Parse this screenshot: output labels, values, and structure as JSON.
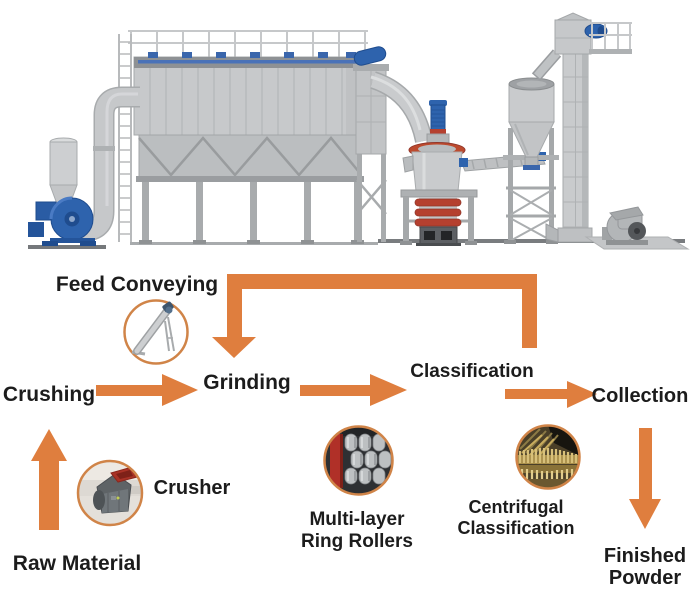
{
  "colors": {
    "background": "#FFFFFF",
    "arrow_orange": "#DF7E3E",
    "icon_ring_orange": "#D08448",
    "label_text": "#1C1C1C",
    "machine_light_gray": "#C9CBCD",
    "machine_dark_gray": "#5D6064",
    "machine_blue": "#2E63AD",
    "machine_red": "#B5402F"
  },
  "flow": {
    "feed_conveying_label": "Feed Conveying",
    "stages": [
      {
        "label": "Crushing"
      },
      {
        "label": "Grinding"
      },
      {
        "label": "Classification"
      },
      {
        "label": "Collection"
      }
    ],
    "raw_material_label": "Raw Material",
    "crusher_label": "Crusher",
    "ring_rollers_label": {
      "line1": "Multi-layer",
      "line2": "Ring Rollers"
    },
    "centrifugal_label": {
      "line1": "Centrifugal",
      "line2": "Classification"
    },
    "finished_powder_label": {
      "line1": "Finished",
      "line2": "Powder"
    },
    "icons": {
      "feed_conveying": "screw-conveyor-icon",
      "crusher": "hammer-crusher-photo-icon",
      "ring_rollers": "multi-layer-ring-rollers-photo-icon",
      "centrifugal": "classifier-wheel-photo-icon"
    },
    "connections": [
      {
        "from": "Raw Material",
        "to": "Crushing",
        "style": "arrow-up"
      },
      {
        "from": "Crushing",
        "to": "Grinding",
        "style": "arrow-right"
      },
      {
        "from": "Grinding",
        "to": "Classification",
        "style": "arrow-right"
      },
      {
        "from": "Classification",
        "to": "Collection",
        "style": "arrow-right"
      },
      {
        "from": "Collection",
        "to": "Finished Powder",
        "style": "arrow-down"
      },
      {
        "from": "Classification",
        "to": "Grinding",
        "style": "elbow-recycle"
      }
    ]
  }
}
